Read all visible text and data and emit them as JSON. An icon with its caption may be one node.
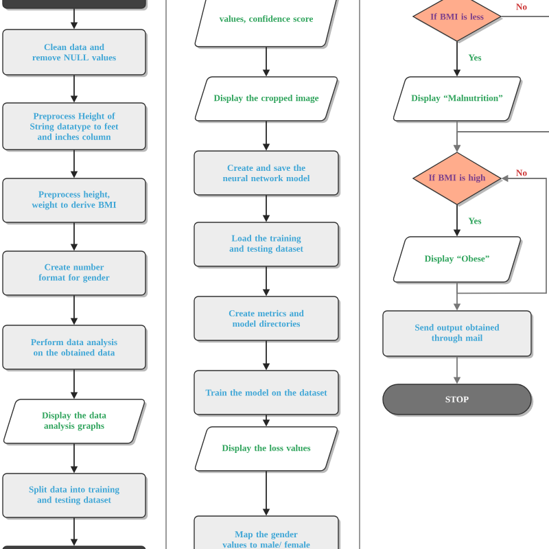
{
  "diagram": {
    "nodes": [
      {
        "text": [],
        "shape": "box"
      },
      {
        "text": [
          "Clean data and remove NULL values"
        ]
      },
      {
        "text": [
          "Preprocess Height of String datatype to feet and inches column"
        ]
      },
      {
        "text": [
          "Preprocess height, weight to derive BMI"
        ]
      },
      {
        "text": [
          "Create number format for gender"
        ]
      },
      {
        "text": [
          "Perform data analysis on the obtained data"
        ]
      },
      {
        "text": [
          "Display the data analysis graphs"
        ]
      },
      {
        "text": [
          "Split data into training and testing dataset"
        ]
      },
      {
        "text": [],
        "shape": "box"
      },
      {
        "text": [
          "values, confidence score"
        ]
      },
      {
        "text": [
          "Display the cropped image"
        ]
      },
      {
        "text": [
          "Create and save the neural network model"
        ]
      },
      {
        "text": [
          "Load the training and testing dataset"
        ]
      },
      {
        "text": [
          "Create metrics and model directories"
        ]
      },
      {
        "text": [
          "Train the model on the dataset"
        ]
      },
      {
        "text": [
          "Display the loss values"
        ]
      },
      {
        "text": [
          "Map the gender values to male/ female"
        ]
      },
      {
        "text": [
          "If BMI is less"
        ]
      },
      {
        "text": [
          "Display “Malnutrition”"
        ]
      },
      {
        "text": [
          "If BMI is high"
        ]
      },
      {
        "text": [
          "Display “Obese”"
        ]
      },
      {
        "text": [
          "Send output obtained through mail"
        ]
      },
      {
        "text": [
          "STOP"
        ]
      }
    ],
    "edges": [
      {
        "from": 0,
        "to": 1,
        "arrow": "to"
      },
      {
        "from": 1,
        "to": 2,
        "arrow": "to"
      },
      {
        "from": 2,
        "to": 3,
        "arrow": "to"
      },
      {
        "from": 3,
        "to": 4,
        "arrow": "to"
      },
      {
        "from": 4,
        "to": 5,
        "arrow": "to"
      },
      {
        "from": 5,
        "to": 6,
        "arrow": "to"
      },
      {
        "from": 6,
        "to": 7,
        "arrow": "to"
      },
      {
        "from": 7,
        "to": 8,
        "arrow": "to"
      },
      {
        "from": 9,
        "to": 10,
        "arrow": "to"
      },
      {
        "from": 10,
        "to": 11,
        "arrow": "to"
      },
      {
        "from": 11,
        "to": 12,
        "arrow": "to"
      },
      {
        "from": 12,
        "to": 13,
        "arrow": "to"
      },
      {
        "from": 13,
        "to": 14,
        "arrow": "to"
      },
      {
        "from": 14,
        "to": 15,
        "arrow": "to"
      },
      {
        "from": 15,
        "to": 16,
        "arrow": "to"
      },
      {
        "from": 17,
        "to": 18,
        "arrow": "to",
        "label": "Yes"
      },
      {
        "from": 17,
        "to": 19,
        "arrow": "to",
        "label": "No",
        "color": "#777777"
      },
      {
        "from": 18,
        "to": 19,
        "arrow": "to",
        "color": "#777777"
      },
      {
        "from": 19,
        "to": 20,
        "arrow": "to",
        "label": "Yes"
      },
      {
        "from": 20,
        "to": 19,
        "arrow": "to",
        "label": "No",
        "color": "#777777"
      },
      {
        "from": 20,
        "to": 21,
        "arrow": "to",
        "color": "#777777"
      },
      {
        "from": 21,
        "to": 22,
        "arrow": "to",
        "color": "#777777"
      }
    ]
  }
}
